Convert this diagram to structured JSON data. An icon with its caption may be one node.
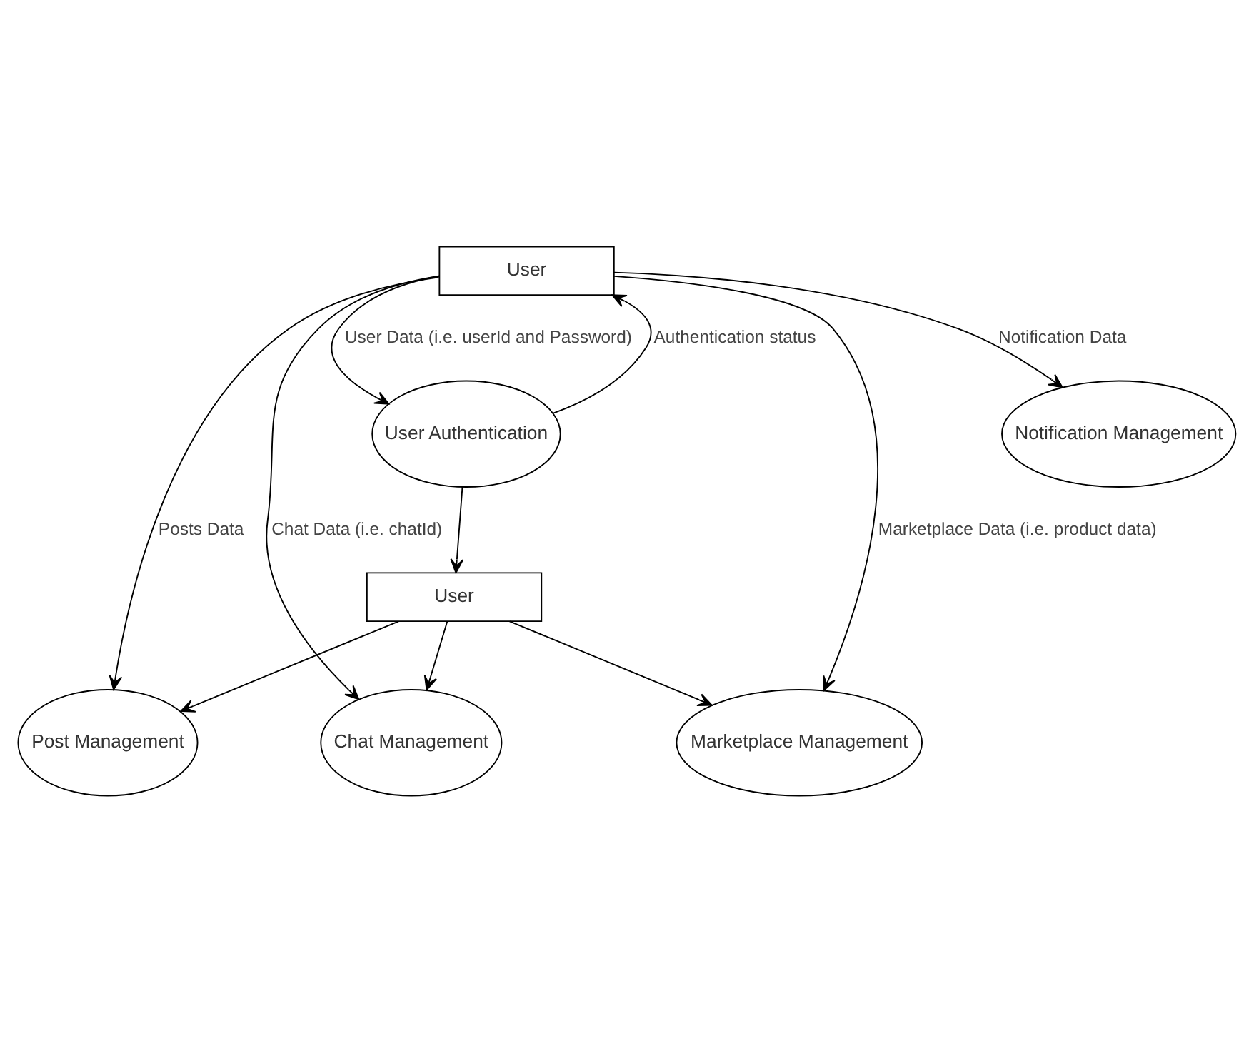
{
  "diagram": {
    "nodes": [
      {
        "text": [
          "User"
        ]
      },
      {
        "text": [
          "User Authentication"
        ]
      },
      {
        "text": [
          "Post Management"
        ]
      },
      {
        "text": [
          "User"
        ]
      },
      {
        "text": [
          "Marketplace Management"
        ]
      },
      {
        "text": [
          "Chat Management"
        ]
      },
      {
        "text": [
          "Notification Management"
        ]
      }
    ],
    "edges": [
      {
        "from": 3,
        "to": 1,
        "arrow": "to",
        "label": "User Data (i.e. userId and Password)"
      },
      {
        "from": 1,
        "to": 0,
        "arrow": "to"
      },
      {
        "from": 1,
        "to": 3,
        "arrow": "to",
        "label": "Authentication status"
      },
      {
        "from": 0,
        "to": 2,
        "arrow": "to"
      },
      {
        "from": 0,
        "to": 4,
        "arrow": "to"
      },
      {
        "from": 0,
        "to": 5,
        "arrow": "to"
      },
      {
        "from": 3,
        "to": 2,
        "arrow": "to",
        "label": "Posts Data"
      },
      {
        "from": 3,
        "to": 4,
        "arrow": "to",
        "label": "Marketplace Data (i.e. product data)"
      },
      {
        "from": 3,
        "to": 5,
        "arrow": "to",
        "label": "Chat Data (i.e. chatId)"
      },
      {
        "from": 3,
        "to": 6,
        "arrow": "to",
        "label": "Notification Data"
      }
    ]
  }
}
